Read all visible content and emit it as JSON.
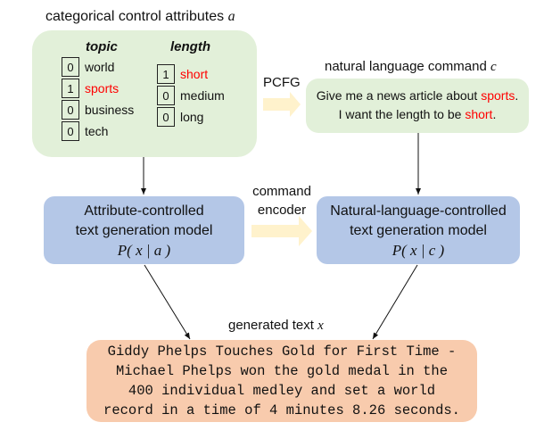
{
  "attributes": {
    "title": "categorical control attributes",
    "title_var": "a",
    "topic": {
      "header": "topic",
      "items": [
        {
          "value": "0",
          "label": "world",
          "selected": false
        },
        {
          "value": "1",
          "label": "sports",
          "selected": true
        },
        {
          "value": "0",
          "label": "business",
          "selected": false
        },
        {
          "value": "0",
          "label": "tech",
          "selected": false
        }
      ]
    },
    "length": {
      "header": "length",
      "items": [
        {
          "value": "1",
          "label": "short",
          "selected": true
        },
        {
          "value": "0",
          "label": "medium",
          "selected": false
        },
        {
          "value": "0",
          "label": "long",
          "selected": false
        }
      ]
    }
  },
  "pcfg_label": "PCFG",
  "command": {
    "title": "natural language command",
    "title_var": "c",
    "line1_pre": "Give me a news article about ",
    "line1_hl": "sports",
    "line1_post": ".",
    "line2_pre": "I want the length to be ",
    "line2_hl": "short",
    "line2_post": "."
  },
  "encoder_label_1": "command",
  "encoder_label_2": "encoder",
  "attr_model": {
    "line1": "Attribute-controlled",
    "line2": "text generation model",
    "formula": "P( x | a )"
  },
  "nl_model": {
    "line1": "Natural-language-controlled",
    "line2": "text generation model",
    "formula": "P( x | c )"
  },
  "generated": {
    "title": "generated text",
    "title_var": "x",
    "lines": [
      "Giddy Phelps Touches Gold for First Time -",
      "Michael Phelps won the gold medal in the",
      "400 individual medley and set a world",
      "record in a time of 4 minutes 8.26 seconds."
    ]
  },
  "colors": {
    "green_box": "#e2f0d9",
    "blue_box": "#b4c7e7",
    "orange_box": "#f8cbad",
    "fat_arrow": "#fff2cc",
    "highlight": "#ff0000"
  }
}
